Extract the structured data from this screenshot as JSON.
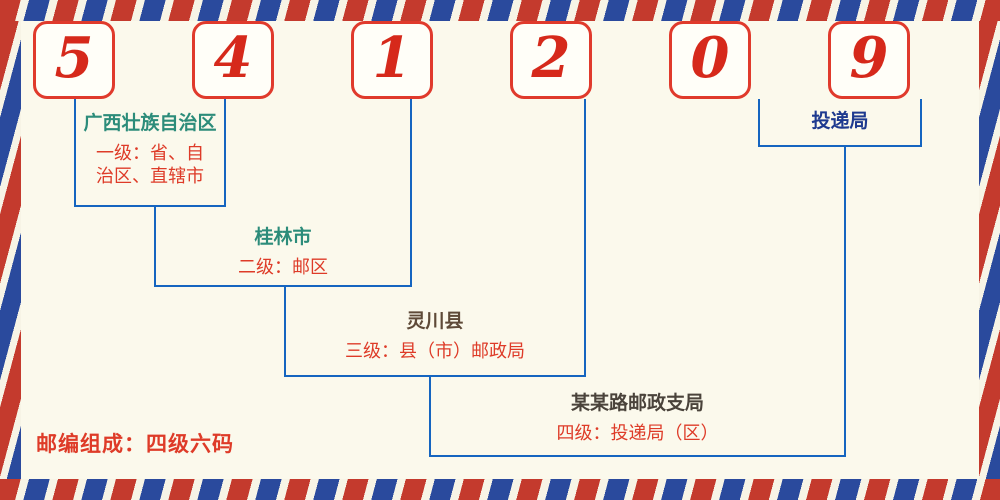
{
  "postal_code": {
    "digits": [
      "5",
      "4",
      "1",
      "2",
      "0",
      "9"
    ]
  },
  "levels": [
    {
      "name": "广西壮族自治区",
      "desc_lines": [
        "一级：省、自",
        "治区、直辖市"
      ]
    },
    {
      "name": "桂林市",
      "desc_lines": [
        "二级：邮区"
      ]
    },
    {
      "name": "灵川县",
      "desc_lines": [
        "三级：县（市）邮政局"
      ]
    },
    {
      "name": "某某路邮政支局",
      "desc_lines": [
        "四级：投递局（区）"
      ]
    },
    {
      "name": "投递局",
      "desc_lines": []
    }
  ],
  "footer": {
    "composition": "邮编组成：四级六码"
  },
  "colors": {
    "background": "#fbf9ec",
    "digit_red": "#d6291b",
    "box_border_red": "#e03a2c",
    "line_blue": "#1565c0",
    "desc_red": "#de3b28",
    "region_teal": "#2c8c7a",
    "county_brown": "#5e4a38",
    "branch_dark": "#4a433b",
    "delivery_navy": "#1e3a8f",
    "border_stripe_red": "#c43a2d",
    "border_stripe_blue": "#2a4a9d"
  }
}
